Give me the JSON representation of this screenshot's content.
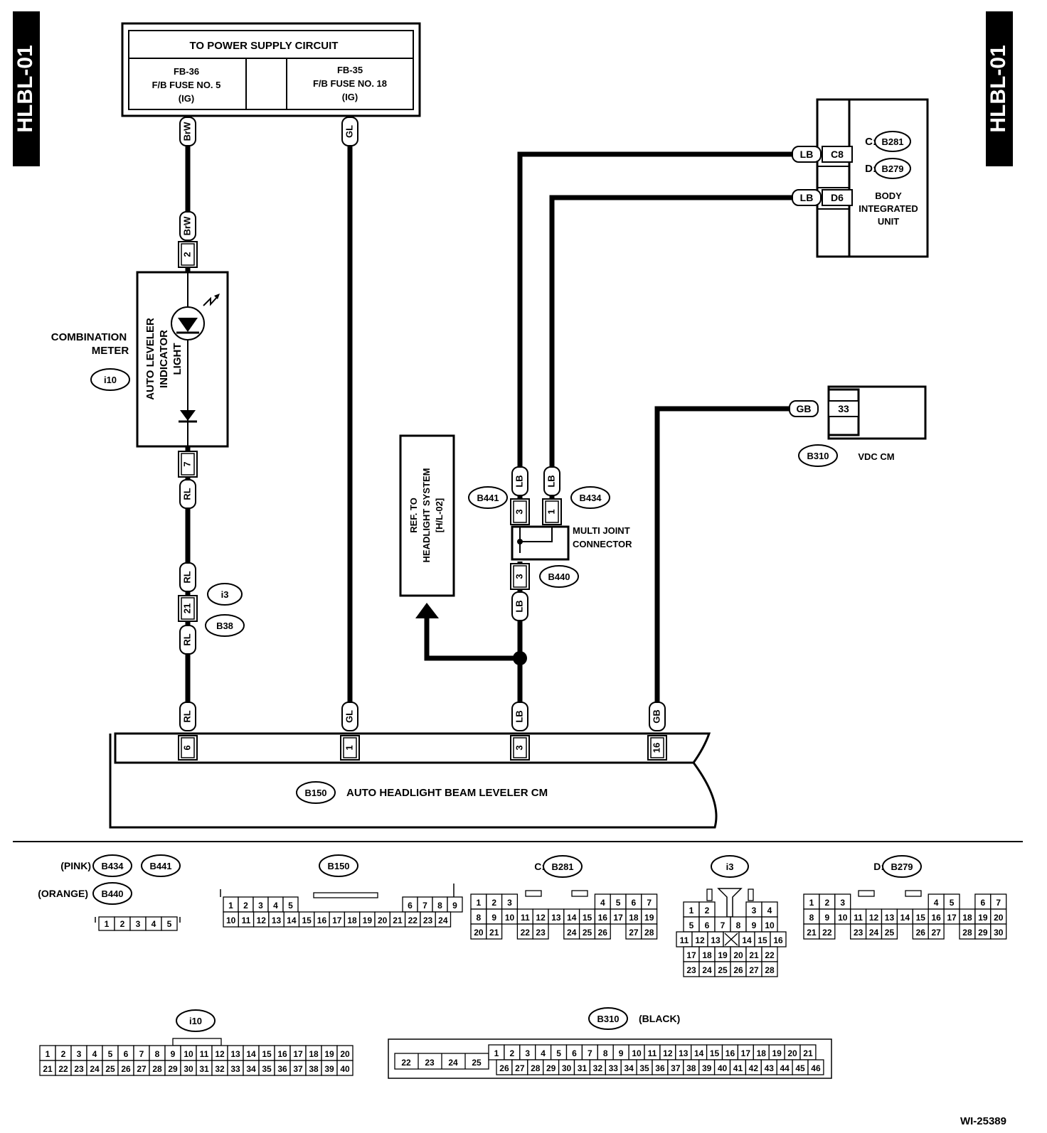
{
  "side_tags": {
    "left": "HLBL-01",
    "right": "HLBL-01"
  },
  "power": {
    "title": "TO POWER SUPPLY CIRCUIT",
    "fuse_left": [
      "FB-36",
      "F/B FUSE NO. 5",
      "(IG)"
    ],
    "fuse_right": [
      "FB-35",
      "F/B FUSE NO. 18",
      "(IG)"
    ]
  },
  "wire_colors": {
    "brw": "BrW",
    "gl": "GL",
    "rl": "RL",
    "lb": "LB",
    "gb": "GB"
  },
  "pins": {
    "p2": "2",
    "p7": "7",
    "p21": "21",
    "p3": "3",
    "p1": "1",
    "p6": "6",
    "p16": "16",
    "p33": "33",
    "c8": "C8",
    "d6": "D6"
  },
  "combination_meter": {
    "title_lines": [
      "COMBINATION",
      "METER"
    ],
    "connector": "i10",
    "indicator_lines": [
      "AUTO LEVELER",
      "INDICATOR",
      "LIGHT"
    ]
  },
  "connectors": {
    "i3": "i3",
    "b38": "B38",
    "b441": "B441",
    "b434": "B434",
    "b440": "B440",
    "b310": "B310",
    "b281": "B281",
    "b279": "B279",
    "b150": "B150"
  },
  "prefixes": {
    "c": "C:",
    "d": "D:"
  },
  "body_unit_lines": [
    "BODY",
    "INTEGRATED",
    "UNIT"
  ],
  "vdc_cm": "VDC CM",
  "multi_joint_lines": [
    "MULTI JOINT",
    "CONNECTOR"
  ],
  "ref_lines": [
    "REF. TO",
    "HEADLIGHT SYSTEM",
    "[H/L-02]"
  ],
  "beam_leveler": "AUTO HEADLIGHT BEAM LEVELER CM",
  "legend": {
    "pink": "(PINK)",
    "orange": "(ORANGE)",
    "black": "(BLACK)",
    "c_prefix": "C:",
    "d_prefix": "D:",
    "b434_pins": [
      "1",
      "2",
      "3",
      "4",
      "5"
    ],
    "b150_rows": [
      [
        "1",
        "2",
        "3",
        "4",
        "5",
        "",
        "",
        "",
        "",
        "",
        "",
        "",
        "6",
        "7",
        "8",
        "9"
      ],
      [
        "10",
        "11",
        "12",
        "13",
        "14",
        "15",
        "16",
        "17",
        "18",
        "19",
        "20",
        "21",
        "22",
        "23",
        "24"
      ]
    ],
    "b281_rows": [
      [
        "1",
        "2",
        "3",
        "",
        "",
        "",
        "",
        "",
        "4",
        "5",
        "6",
        "7"
      ],
      [
        "8",
        "9",
        "10",
        "11",
        "12",
        "13",
        "14",
        "15",
        "16",
        "17",
        "18",
        "19"
      ],
      [
        "20",
        "21",
        "",
        "22",
        "23",
        "",
        "24",
        "25",
        "26",
        "",
        "27",
        "28"
      ]
    ],
    "i3_rows": [
      [
        "1",
        "2",
        "",
        "",
        "3",
        "4"
      ],
      [
        "5",
        "6",
        "7",
        "8",
        "9",
        "10"
      ],
      [
        "11",
        "12",
        "13",
        "X",
        "14",
        "15",
        "16"
      ],
      [
        "17",
        "18",
        "19",
        "20",
        "21",
        "22"
      ],
      [
        "23",
        "24",
        "25",
        "26",
        "27",
        "28"
      ]
    ],
    "b279_rows": [
      [
        "1",
        "2",
        "3",
        "",
        "",
        "",
        "",
        "",
        "4",
        "5",
        "",
        "6",
        "7"
      ],
      [
        "8",
        "9",
        "10",
        "11",
        "12",
        "13",
        "14",
        "15",
        "16",
        "17",
        "18",
        "19",
        "20"
      ],
      [
        "21",
        "22",
        "",
        "23",
        "24",
        "25",
        "",
        "26",
        "27",
        "",
        "28",
        "29",
        "30"
      ]
    ],
    "i10_rows": [
      [
        "1",
        "2",
        "3",
        "4",
        "5",
        "6",
        "7",
        "8",
        "9",
        "10",
        "11",
        "12",
        "13",
        "14",
        "15",
        "16",
        "17",
        "18",
        "19",
        "20"
      ],
      [
        "21",
        "22",
        "23",
        "24",
        "25",
        "26",
        "27",
        "28",
        "29",
        "30",
        "31",
        "32",
        "33",
        "34",
        "35",
        "36",
        "37",
        "38",
        "39",
        "40"
      ]
    ],
    "b310_left": [
      "22",
      "23",
      "24",
      "25"
    ],
    "b310_rows": [
      [
        "1",
        "2",
        "3",
        "4",
        "5",
        "6",
        "7",
        "8",
        "9",
        "10",
        "11",
        "12",
        "13",
        "14",
        "15",
        "16",
        "17",
        "18",
        "19",
        "20",
        "21"
      ],
      [
        "26",
        "27",
        "28",
        "29",
        "30",
        "31",
        "32",
        "33",
        "34",
        "35",
        "36",
        "37",
        "38",
        "39",
        "40",
        "41",
        "42",
        "43",
        "44",
        "45",
        "46"
      ]
    ]
  },
  "figure_id": "WI-25389"
}
